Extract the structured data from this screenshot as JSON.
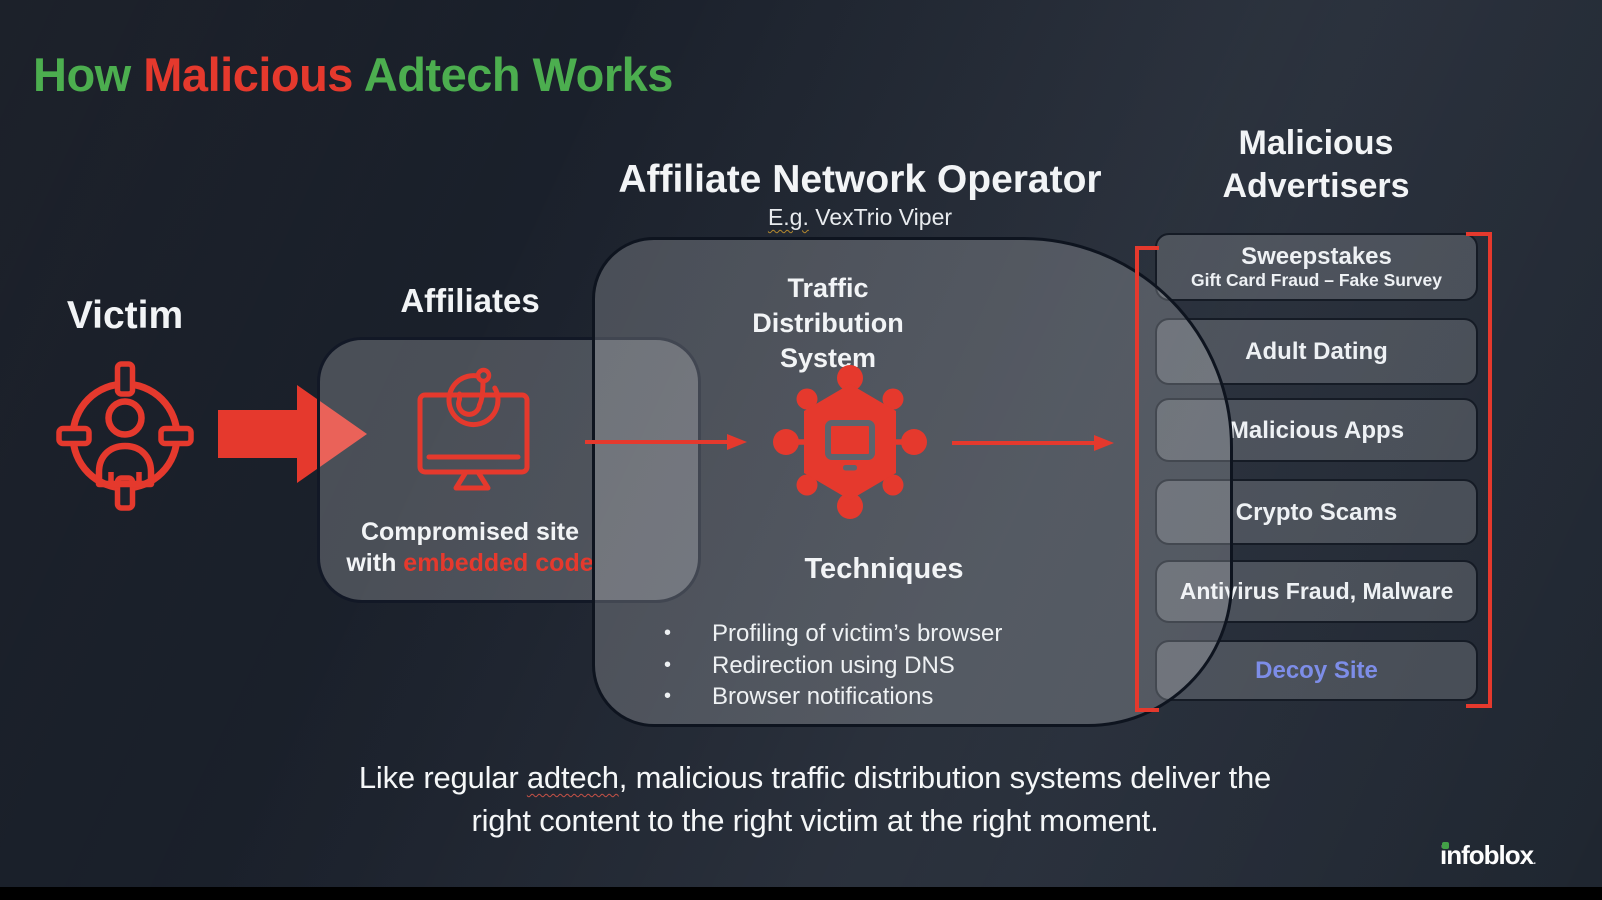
{
  "slide": {
    "title": {
      "part1": "How ",
      "part2": "Malicious",
      "part3": " Adtech Works"
    },
    "colors": {
      "accent_red": "#e5392d",
      "title_green": "#4cae4f",
      "decoy_blue": "#7d8de8",
      "background": "#1d2430",
      "box_border": "#0e141f"
    }
  },
  "victim": {
    "label": "Victim",
    "icon": "target-person-icon"
  },
  "affiliates": {
    "label": "Affiliates",
    "icon": "compromised-site-hook-icon",
    "caption_line1": "Compromised site",
    "caption_line2_white": "with ",
    "caption_line2_red": "embedded code"
  },
  "operator": {
    "title": "Affiliate Network Operator",
    "subtitle_eg": "E.g.",
    "subtitle_rest": " VexTrio Viper",
    "tds_line1": "Traffic Distribution",
    "tds_line2": "System",
    "tds_icon": "traffic-distribution-network-icon",
    "techniques_title": "Techniques",
    "bullet_char": "•",
    "techniques": [
      "Profiling of  victim’s browser",
      "Redirection using DNS",
      "Browser notifications"
    ]
  },
  "advertisers": {
    "title_line1": "Malicious",
    "title_line2": "Advertisers",
    "items": [
      {
        "label": "Sweepstakes",
        "sub": "Gift Card Fraud – Fake Survey"
      },
      {
        "label": "Adult Dating"
      },
      {
        "label": "Malicious Apps"
      },
      {
        "label": "Crypto Scams"
      },
      {
        "label": "Antivirus Fraud, Malware"
      },
      {
        "label": "Decoy Site"
      }
    ]
  },
  "footer": {
    "line1_pre": "Like regular ",
    "line1_wavy": "adtech",
    "line1_post": ", malicious traffic distribution systems deliver the",
    "line2": "right content to the right victim at the right moment."
  },
  "logo": {
    "text": "infoblox",
    "mark": "."
  }
}
